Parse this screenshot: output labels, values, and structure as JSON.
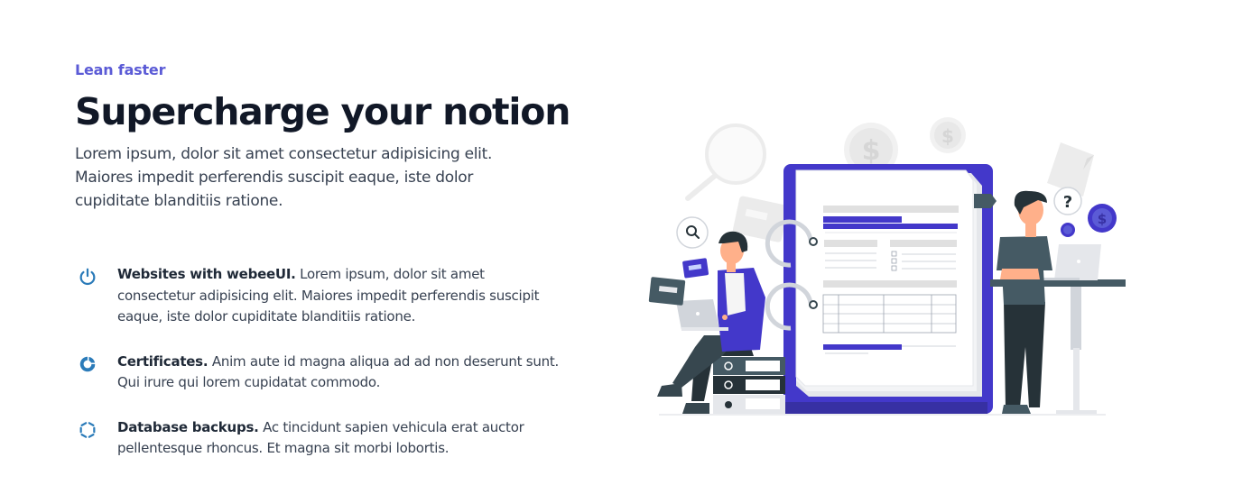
{
  "hero": {
    "eyebrow": "Lean faster",
    "title": "Supercharge your notion",
    "lead": "Lorem ipsum, dolor sit amet consectetur adipisicing elit. Maiores impedit perferendis suscipit eaque, iste dolor cupiditate blanditiis ratione."
  },
  "features": [
    {
      "icon": "power-icon",
      "name": "Websites with webeeUI.",
      "description": " Lorem ipsum, dolor sit amet consectetur adipisicing elit. Maiores impedit perferendis suscipit eaque, iste dolor cupiditate blanditiis ratione."
    },
    {
      "icon": "pie-chart-icon",
      "name": "Certificates.",
      "description": " Anim aute id magna aliqua ad ad non deserunt sunt. Qui irure qui lorem cupidatat commodo."
    },
    {
      "icon": "loader-icon",
      "name": "Database backups.",
      "description": " Ac tincidunt sapien vehicula erat auctor pellentesque rhoncus. Et magna sit morbi lobortis."
    }
  ],
  "illustration": {
    "question_mark": "?",
    "currency_symbol": "$"
  },
  "colors": {
    "accent": "#5b5bd6",
    "heading": "#111827",
    "body": "#374151",
    "icon": "#2b7bb9",
    "binder": "#4338ca",
    "dark": "#455a64"
  }
}
